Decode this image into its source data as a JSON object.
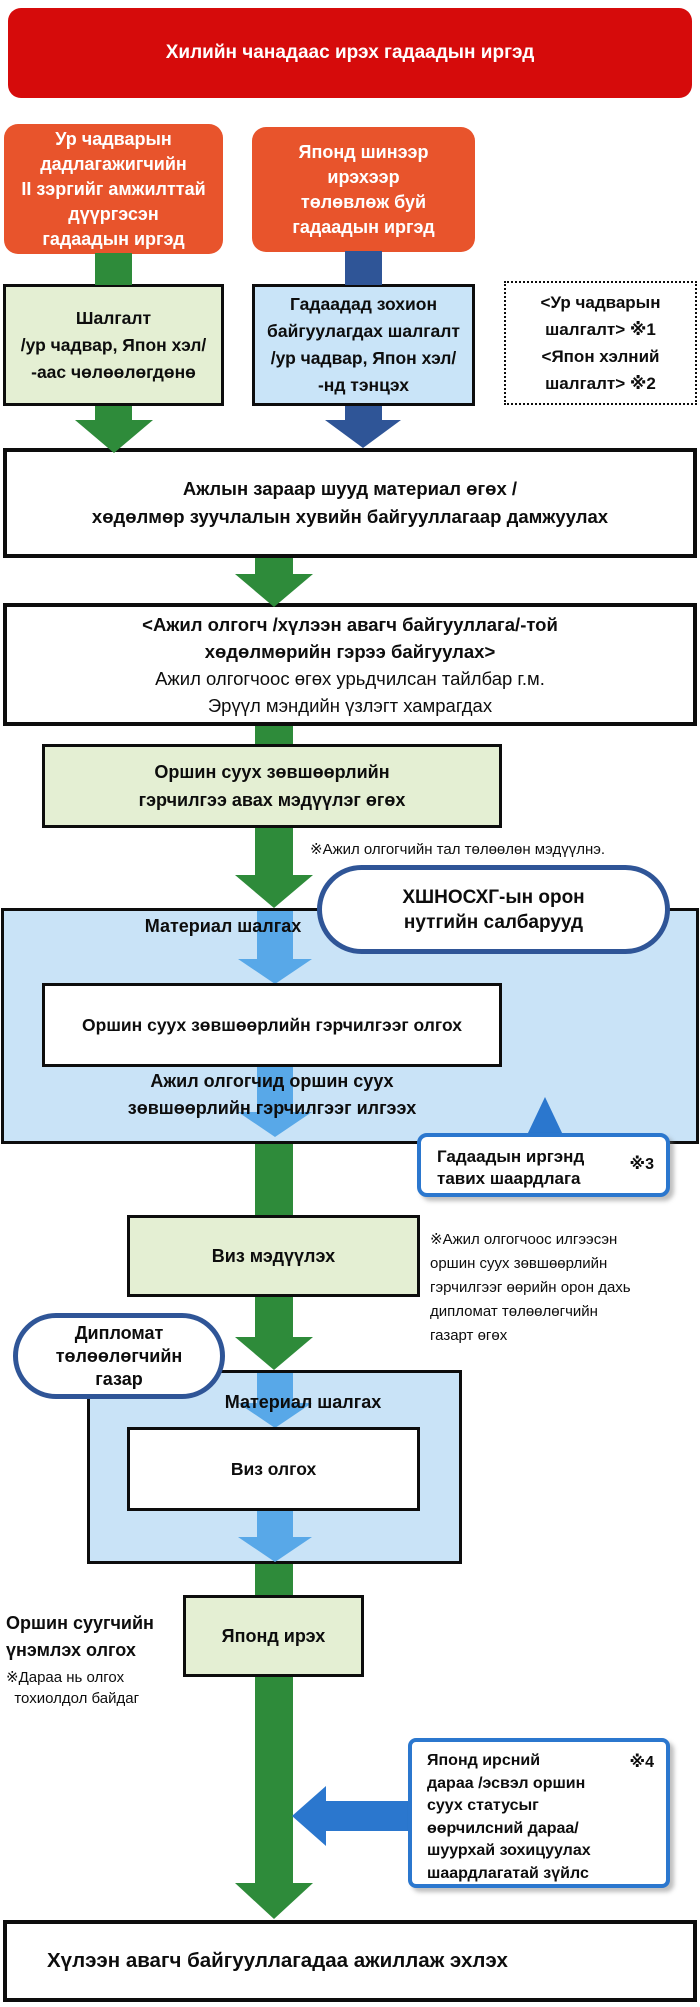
{
  "title": "Хилийн чанадаас ирэх гадаадын иргэд",
  "sources": {
    "skill_intern": "Ур чадварын\nдадлагажигчийн\nII зэргийг амжилттай\nдүүргэсэн\nгадаадын иргэд",
    "new_arrival": "Японд шинээр\nирэхээр\nтөлөвлөж буй\nгадаадын иргэд"
  },
  "exams": {
    "exempt": "Шалгалт\n/ур чадвар, Япон хэл/\n-аас чөлөөлөгдөнө",
    "abroad": "Гадаадад зохион\nбайгуулагдах шалгалт\n/ур чадвар, Япон хэл/\n-нд тэнцэх",
    "note": "<Ур чадварын\nшалгалт> ※1\n<Япон хэлний\nшалгалт> ※2"
  },
  "steps": {
    "apply": "Ажлын зараар шууд материал өгөх /\nхөдөлмөр зуучлалын хувийн байгууллагаар дамжуулах",
    "contract_title": "<Ажил олгогч /хүлээн авагч байгууллага/-той\nхөдөлмөрийн гэрээ байгуулах>",
    "contract_body": "Ажил олгогчоос өгөх урьдчилсан тайлбар г.м.\nЭрүүл мэндийн үзлэгт хамрагдах",
    "coe_apply": "Оршин суух зөвшөөрлийн\nгэрчилгээ авах мэдүүлэг өгөх",
    "coe_apply_note": "※Ажил олгогчийн тал төлөөлөн мэдүүлнэ.",
    "coe_issue": "Оршин суух зөвшөөрлийн гэрчилгээг олгох",
    "coe_send": "Ажил олгогчид оршин суух\nзөвшөөрлийн гэрчилгээг илгээх",
    "visa_apply": "Виз мэдүүлэх",
    "visa_apply_note": "※Ажил олгогчоос илгээсэн\n оршин суух зөвшөөрлийн\n гэрчилгээг өөрийн орон дахь\n дипломат төлөөлөгчийн\n газарт өгөх",
    "visa_issue": "Виз олгох",
    "arrive": "Японд ирэх",
    "start_work": "Хүлээн авагч байгууллагадаа ажиллаж эхлэх"
  },
  "screening": {
    "materials1": "Материал шалгах",
    "materials2": "Материал шалгах"
  },
  "orgs": {
    "immigration": "ХШНОСХГ-ын орон\nнутгийн салбарууд",
    "embassy": "Дипломат\nтөлөөлөгчийн\nгазар"
  },
  "residence_card": {
    "label": "Оршин суугчийн\nүнэмлэх олгох",
    "note": "※Дараа нь олгох\n  тохиолдол байдаг"
  },
  "callouts": {
    "requirements": "Гадаадын иргэнд\nтавих шаардлага",
    "requirements_ref": "※3",
    "after_arrival": "Японд ирсний\nдараа /эсвэл оршин\nсуух статусыг\nөөрчилсний дараа/\nшуурхай зохицуулах\nшаардлагатай зүйлс",
    "after_arrival_ref": "※4"
  },
  "colors": {
    "red": "#d60b0b",
    "orange": "#e8542c",
    "green": "#2e8b3a",
    "dark_blue": "#2f5597",
    "light_blue_arrow": "#58a8e8",
    "callout_blue": "#2b77ce",
    "light_green_bg": "#e4efd3",
    "light_blue_bg": "#c9e4f8",
    "container_bg": "#c9e3f7"
  }
}
